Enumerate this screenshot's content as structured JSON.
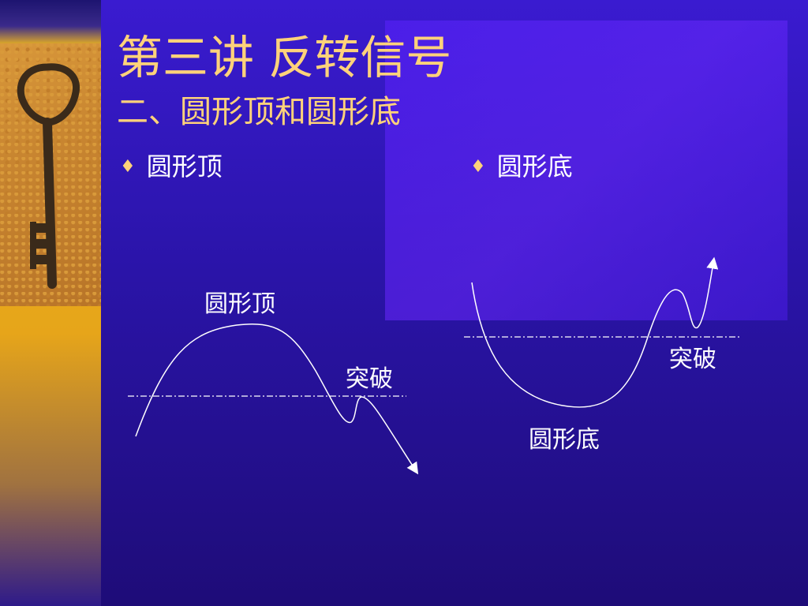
{
  "slide": {
    "title": "第三讲  反转信号",
    "subtitle": "二、圆形顶和圆形底"
  },
  "bullets": {
    "left": "圆形顶",
    "right": "圆形底"
  },
  "diagram_top": {
    "label_shape": "圆形顶",
    "label_break": "突破"
  },
  "diagram_bottom": {
    "label_shape": "圆形底",
    "label_break": "突破"
  },
  "colors": {
    "title": "#ffd27a",
    "line": "#ffffff",
    "background": "#2a14a8"
  }
}
